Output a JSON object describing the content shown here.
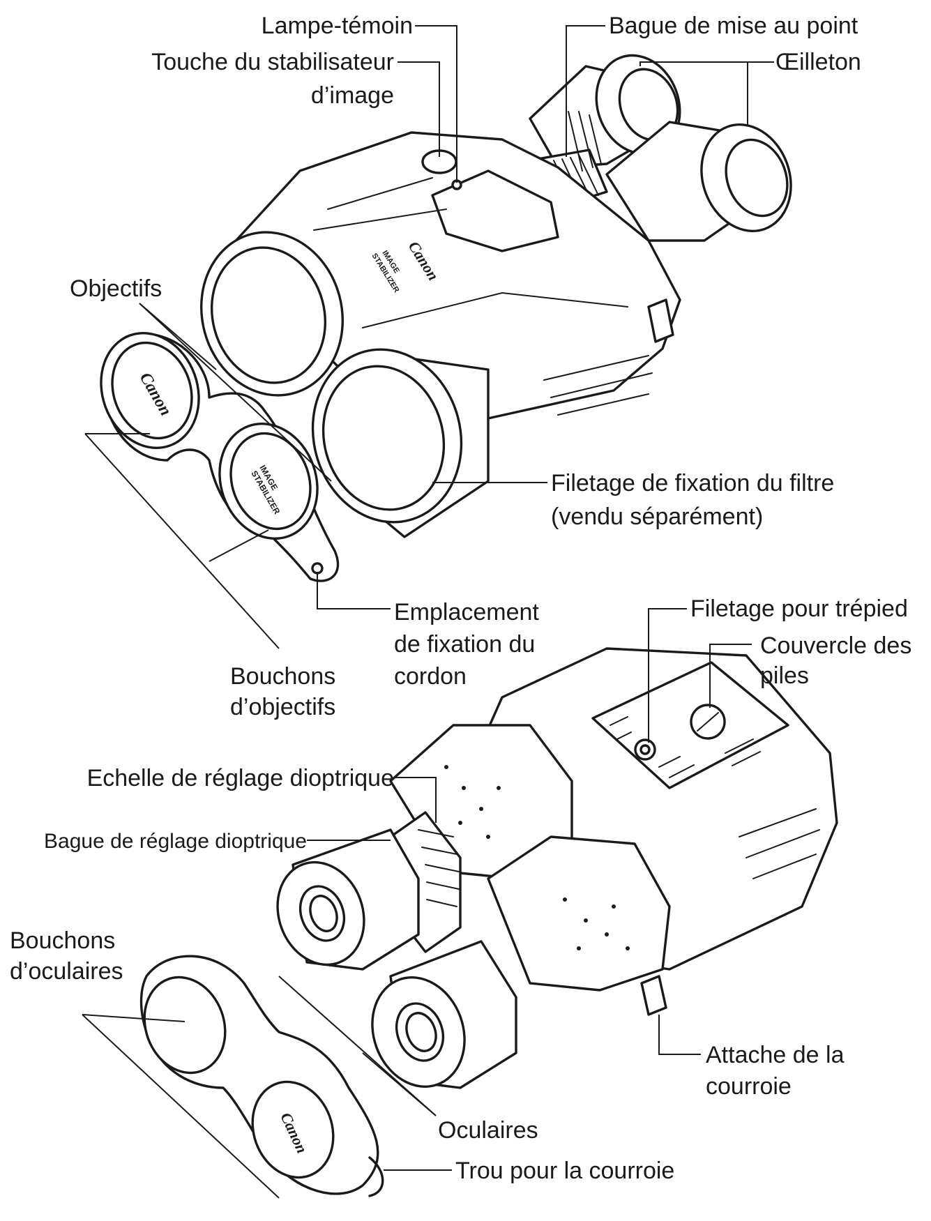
{
  "labels": {
    "indicator_lamp": "Lampe-témoin",
    "focus_ring": "Bague de mise au point",
    "stabilizer_button_line1": "Touche du stabilisateur",
    "stabilizer_button_line2": "d’image",
    "eyecup": "Œilleton",
    "objectives": "Objectifs",
    "filter_thread_line1": "Filetage de fixation du filtre",
    "filter_thread_line2": "(vendu séparément)",
    "cord_mount_line1": "Emplacement",
    "cord_mount_line2": "de fixation du",
    "cord_mount_line3": "cordon",
    "objective_caps_line1": "Bouchons",
    "objective_caps_line2": "d’objectifs",
    "tripod_thread": "Filetage pour trépied",
    "battery_cover_line1": "Couvercle des",
    "battery_cover_line2": "piles",
    "diopter_scale": "Echelle de réglage dioptrique",
    "diopter_ring": "Bague de réglage dioptrique",
    "eyepiece_caps_line1": "Bouchons",
    "eyepiece_caps_line2": "d’oculaires",
    "strap_attachment_line1": "Attache de la",
    "strap_attachment_line2": "courroie",
    "eyepieces": "Oculaires",
    "strap_hole": "Trou pour la courroie"
  },
  "markings": {
    "brand": "Canon",
    "model_line1": "IMAGE",
    "model_line2": "STABILIZER"
  },
  "colors": {
    "ink": "#1a1a1a",
    "paper": "#ffffff"
  }
}
